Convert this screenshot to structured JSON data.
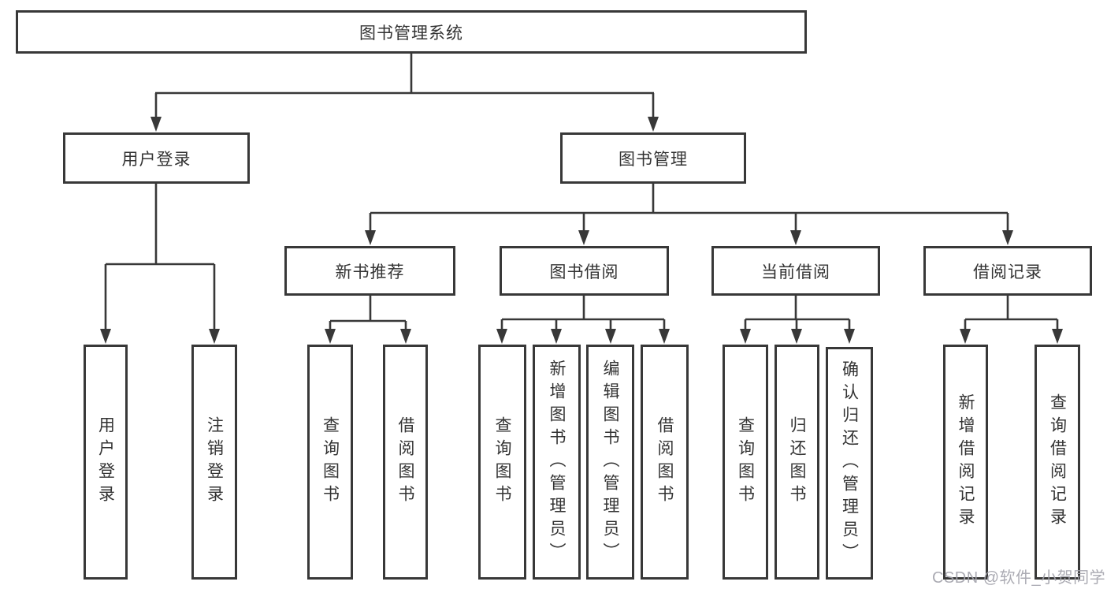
{
  "diagram": {
    "root": {
      "label": "图书管理系统"
    },
    "level2": [
      {
        "label": "用户登录"
      },
      {
        "label": "图书管理"
      }
    ],
    "level3": [
      {
        "label": "新书推荐"
      },
      {
        "label": "图书借阅"
      },
      {
        "label": "当前借阅"
      },
      {
        "label": "借阅记录"
      }
    ],
    "level4": [
      {
        "parent": "用户登录",
        "items": [
          {
            "label": "用户登录"
          },
          {
            "label": "注销登录"
          }
        ]
      },
      {
        "parent": "新书推荐",
        "items": [
          {
            "label": "查询图书"
          },
          {
            "label": "借阅图书"
          }
        ]
      },
      {
        "parent": "图书借阅",
        "items": [
          {
            "label": "查询图书"
          },
          {
            "label": "新增图书（管理员）"
          },
          {
            "label": "编辑图书（管理员）"
          },
          {
            "label": "借阅图书"
          }
        ]
      },
      {
        "parent": "当前借阅",
        "items": [
          {
            "label": "查询图书"
          },
          {
            "label": "归还图书"
          },
          {
            "label": "确认归还（管理员）"
          }
        ]
      },
      {
        "parent": "借阅记录",
        "items": [
          {
            "label": "新增借阅记录"
          },
          {
            "label": "查询借阅记录"
          }
        ]
      }
    ]
  },
  "watermark": {
    "text": "CSDN @软件_小贺同学"
  },
  "colors": {
    "line": "#383838",
    "box_border": "#383838",
    "text": "#333333",
    "watermark": "#a4a4ac",
    "background": "#ffffff"
  }
}
